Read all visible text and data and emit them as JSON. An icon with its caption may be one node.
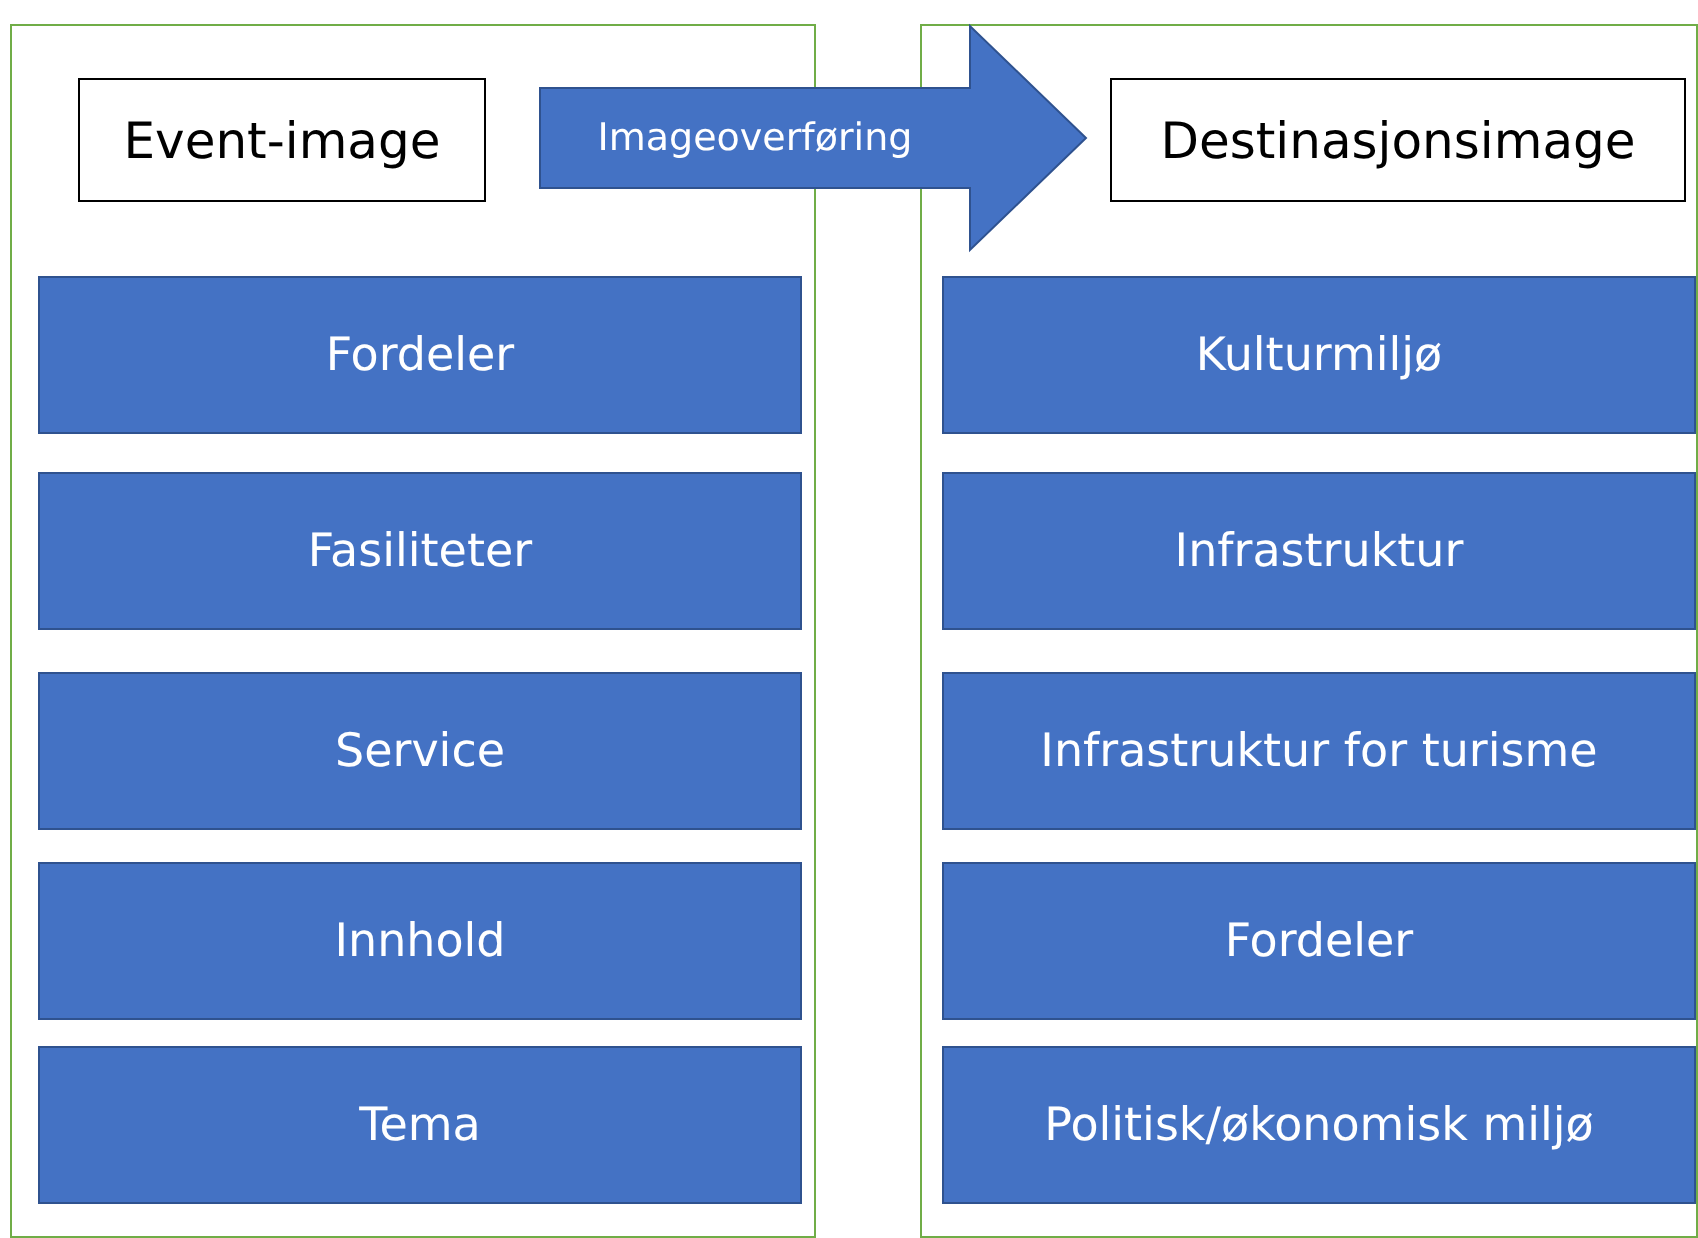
{
  "diagram": {
    "nodes": [
      {
        "text": [],
        "shape": "box"
      },
      {
        "text": [
          "Event-image"
        ],
        "in": 0
      },
      {
        "text": [
          "Fordeler"
        ],
        "in": 0
      },
      {
        "text": [
          "Fasiliteter"
        ],
        "in": 0
      },
      {
        "text": [
          "Service"
        ],
        "in": 0
      },
      {
        "text": [
          "Innhold"
        ],
        "in": 0
      },
      {
        "text": [
          "Tema"
        ],
        "in": 0
      },
      {
        "text": [],
        "shape": "box"
      },
      {
        "text": [
          "Destinasjonsimage"
        ],
        "in": 7
      },
      {
        "text": [
          "Kulturmiljø"
        ],
        "in": 7
      },
      {
        "text": [
          "Infrastruktur"
        ],
        "in": 7
      },
      {
        "text": [
          "Infrastruktur for turisme"
        ],
        "in": 7
      },
      {
        "text": [
          "Fordeler"
        ],
        "in": 7
      },
      {
        "text": [
          "Politisk/økonomisk miljø"
        ],
        "in": 7
      }
    ],
    "edges": [
      {
        "from": 1,
        "to": 8,
        "arrow": "to",
        "label": "Imageoverføring",
        "style": "thick"
      }
    ]
  }
}
